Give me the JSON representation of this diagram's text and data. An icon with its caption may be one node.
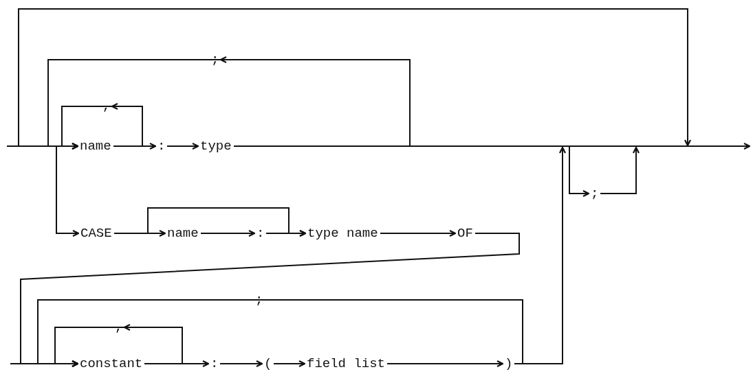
{
  "diagram": {
    "nodes": [
      {
        "text": [
          "name"
        ]
      },
      {
        "text": [
          ","
        ]
      },
      {
        "text": [
          ":"
        ]
      },
      {
        "text": [
          "type"
        ]
      },
      {
        "text": [
          ";"
        ]
      },
      {
        "text": [
          ";"
        ]
      },
      {
        "text": [
          "CASE"
        ]
      },
      {
        "text": [
          "name"
        ]
      },
      {
        "text": [
          ":"
        ]
      },
      {
        "text": [
          "type name"
        ]
      },
      {
        "text": [
          "OF"
        ]
      },
      {
        "text": [
          ";"
        ]
      },
      {
        "text": [
          ","
        ]
      },
      {
        "text": [
          "constant"
        ]
      },
      {
        "text": [
          ":"
        ]
      },
      {
        "text": [
          "("
        ]
      },
      {
        "text": [
          "field list"
        ]
      },
      {
        "text": [
          ")"
        ]
      }
    ],
    "edges": [
      {
        "from": null,
        "to": 0,
        "arrow": "to"
      },
      {
        "from": 0,
        "to": 1,
        "arrow": "to"
      },
      {
        "from": 1,
        "to": 0,
        "arrow": "to"
      },
      {
        "from": 0,
        "to": 2,
        "arrow": "to"
      },
      {
        "from": 2,
        "to": 3,
        "arrow": "to"
      },
      {
        "from": 3,
        "to": 4,
        "arrow": "to"
      },
      {
        "from": 4,
        "to": 0,
        "arrow": "to"
      },
      {
        "from": 3,
        "to": null,
        "arrow": "to"
      },
      {
        "from": null,
        "to": 6,
        "arrow": "to"
      },
      {
        "from": 6,
        "to": 7,
        "arrow": "to"
      },
      {
        "from": 6,
        "to": 9,
        "arrow": "to"
      },
      {
        "from": 7,
        "to": 8,
        "arrow": "to"
      },
      {
        "from": 8,
        "to": 9,
        "arrow": "to"
      },
      {
        "from": 9,
        "to": 10,
        "arrow": "to"
      },
      {
        "from": 10,
        "to": 13,
        "arrow": "to"
      },
      {
        "from": 13,
        "to": 12,
        "arrow": "to"
      },
      {
        "from": 12,
        "to": 13,
        "arrow": "to"
      },
      {
        "from": 13,
        "to": 14,
        "arrow": "to"
      },
      {
        "from": 14,
        "to": 15,
        "arrow": "to"
      },
      {
        "from": 15,
        "to": 16,
        "arrow": "to"
      },
      {
        "from": 16,
        "to": 17,
        "arrow": "to"
      },
      {
        "from": 17,
        "to": 11,
        "arrow": "none"
      },
      {
        "from": 11,
        "to": 13,
        "arrow": "to"
      },
      {
        "from": 17,
        "to": null,
        "arrow": "to"
      },
      {
        "from": null,
        "to": 5,
        "arrow": "to"
      },
      {
        "from": 5,
        "to": null,
        "arrow": "to"
      }
    ]
  }
}
